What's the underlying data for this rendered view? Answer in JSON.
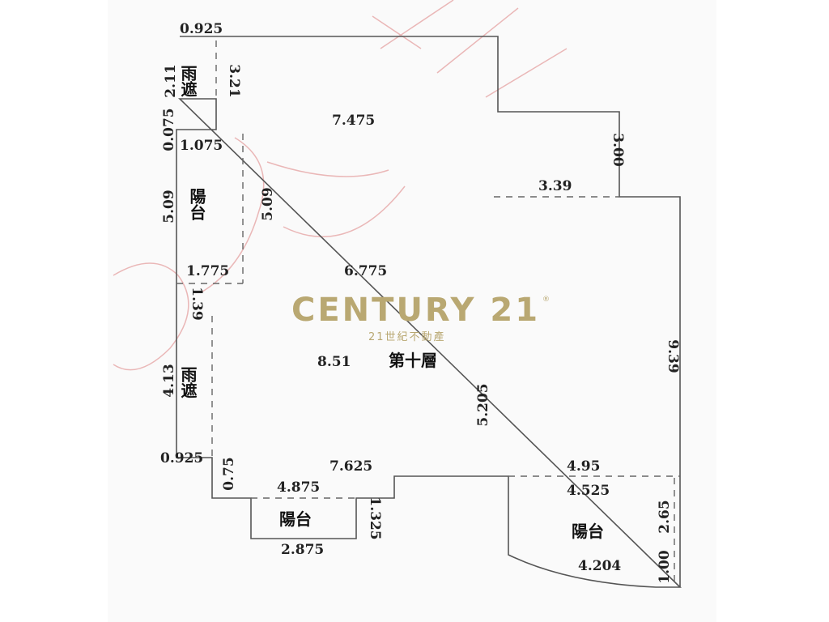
{
  "plan": {
    "rooms": {
      "rain_shelter_top": "雨遮",
      "balcony_left": "陽台",
      "main_floor": "第十層",
      "rain_shelter_left": "雨遮",
      "balcony_bottom": "陽台",
      "balcony_right": "陽台"
    },
    "dimensions": {
      "top_shelter_width": "0.925",
      "top_shelter_height": "2.11",
      "top_shelter_side": "3.21",
      "top_wall": "7.475",
      "step_small": "0.075",
      "balcony_left_width": "1.075",
      "right_step_height": "3.00",
      "right_step_width": "3.39",
      "balcony_left_height": "5.09",
      "balcony_left_inner": "5.09",
      "balcony_left_bottom": "1.775",
      "main_width": "6.775",
      "left_small": "1.39",
      "main_right_height": "9.39",
      "left_shelter_height": "4.13",
      "main_center_height": "5.205",
      "bottom_left": "0.925",
      "bottom_left_vertical": "0.75",
      "bottom_wall": "7.625",
      "right_balcony_top": "4.95",
      "bottom_balcony_top": "4.875",
      "right_balcony_inner": "4.525",
      "bottom_balcony_height": "1.325",
      "right_balcony_height": "2.65",
      "bottom_balcony_width": "2.875",
      "right_balcony_arc": "4.204",
      "right_balcony_end": "1.00"
    },
    "obscured_label": "8.51"
  },
  "logo": {
    "brand": "CENTURY 21",
    "registered": "®",
    "subtitle": "21世紀不動產",
    "color": "#b9a872"
  },
  "colors": {
    "walls": "#555555",
    "watermark": "#e6a6a6"
  }
}
